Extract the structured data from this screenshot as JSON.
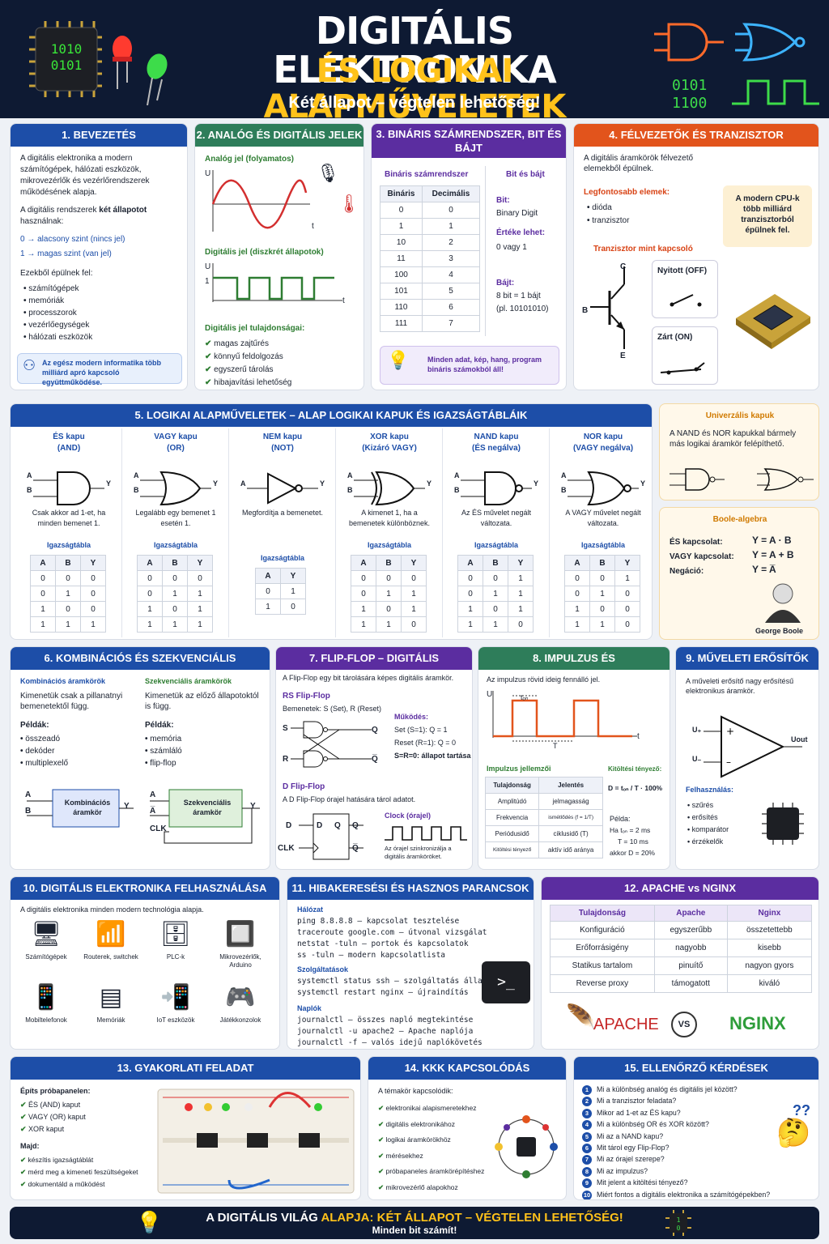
{
  "header": {
    "title1": "DIGITÁLIS ELEKTRONIKA",
    "title2": "ÉS LOGIKAI ALAPMŰVELETEK",
    "subtitle": "Két állapot – végtelen lehetőség!",
    "chip_text1": "1010",
    "chip_text2": "0101",
    "binary1": "0101",
    "binary2": "1100"
  },
  "s1": {
    "title": "1. BEVEZETÉS",
    "p1": "A digitális elektronika a modern számítógépek, hálózati eszközök, mikrovezérlők és vezérlőrendszerek működésének alapja.",
    "p2a": "A digitális rendszerek ",
    "p2b": "két állapotot",
    "p2c": " használnak:",
    "l0": "0 → alacsony szint (nincs jel)",
    "l1": "1 → magas szint (van jel)",
    "p3": "Ezekből épülnek fel:",
    "items": [
      "számítógépek",
      "memóriák",
      "processzorok",
      "vezérlőegységek",
      "hálózati eszközök"
    ],
    "note": "Az egész modern informatika több milliárd apró kapcsoló együttműködése."
  },
  "s2": {
    "title": "2. ANALÓG ÉS DIGITÁLIS JELEK",
    "analog": "Analóg jel (folyamatos)",
    "digital": "Digitális jel (diszkrét állapotok)",
    "U": "U",
    "t": "t",
    "one": "1",
    "props_title": "Digitális jel tulajdonságai:",
    "props": [
      "magas zajtűrés",
      "könnyű feldolgozás",
      "egyszerű tárolás",
      "hibajavítási lehetőség"
    ]
  },
  "s3": {
    "title": "3. BINÁRIS SZÁMRENDSZER, BIT ÉS BÁJT",
    "left_title": "Bináris számrendszer",
    "right_title": "Bit és bájt",
    "cols": [
      "Bináris",
      "Decimális"
    ],
    "rows": [
      [
        "0",
        "0"
      ],
      [
        "1",
        "1"
      ],
      [
        "10",
        "2"
      ],
      [
        "11",
        "3"
      ],
      [
        "100",
        "4"
      ],
      [
        "101",
        "5"
      ],
      [
        "110",
        "6"
      ],
      [
        "111",
        "7"
      ]
    ],
    "bit": "Bit:",
    "bit_v": "Binary Digit",
    "val": "Értéke lehet:",
    "val_v": "0 vagy 1",
    "byte": "Bájt:",
    "byte_v": "8 bit = 1 bájt",
    "byte_ex": "(pl. 10101010)",
    "note": "Minden adat, kép, hang, program bináris számokból áll!"
  },
  "s4": {
    "title": "4. FÉLVEZETŐK ÉS TRANZISZTOR",
    "p1": "A digitális áramkörök félvezető elemekből épülnek.",
    "imp": "Legfontosabb elemek:",
    "items": [
      "dióda",
      "tranzisztor"
    ],
    "cpu": "A modern CPU-k több milliárd tranzisztorból épülnek fel.",
    "sw": "Tranzisztor mint kapcsoló",
    "C": "C",
    "B": "B",
    "E": "E",
    "open": "Nyitott (OFF)",
    "closed": "Zárt (ON)"
  },
  "s5": {
    "title": "5. LOGIKAI ALAPMŰVELETEK – ALAP LOGIKAI KAPUK ÉS IGAZSÁGTÁBLÁIK",
    "tt": "Igazságtábla",
    "gates": [
      {
        "name": "ÉS kapu",
        "sub": "(AND)",
        "desc": "Csak akkor ad 1-et, ha minden bemenet 1.",
        "rows": [
          [
            "0",
            "0",
            "0"
          ],
          [
            "0",
            "1",
            "0"
          ],
          [
            "1",
            "0",
            "0"
          ],
          [
            "1",
            "1",
            "1"
          ]
        ]
      },
      {
        "name": "VAGY kapu",
        "sub": "(OR)",
        "desc": "Legalább egy bemenet 1 esetén 1.",
        "rows": [
          [
            "0",
            "0",
            "0"
          ],
          [
            "0",
            "1",
            "1"
          ],
          [
            "1",
            "0",
            "1"
          ],
          [
            "1",
            "1",
            "1"
          ]
        ]
      },
      {
        "name": "NEM kapu",
        "sub": "(NOT)",
        "desc": "Megfordítja a bemenetet.",
        "rows": [
          [
            "0",
            "1"
          ],
          [
            "1",
            "0"
          ]
        ]
      },
      {
        "name": "XOR kapu",
        "sub": "(Kizáró VAGY)",
        "desc": "A kimenet 1, ha a bemenetek különböznek.",
        "rows": [
          [
            "0",
            "0",
            "0"
          ],
          [
            "0",
            "1",
            "1"
          ],
          [
            "1",
            "0",
            "1"
          ],
          [
            "1",
            "1",
            "0"
          ]
        ]
      },
      {
        "name": "NAND kapu",
        "sub": "(ÉS negálva)",
        "desc": "Az ÉS művelet negált változata.",
        "rows": [
          [
            "0",
            "0",
            "1"
          ],
          [
            "0",
            "1",
            "1"
          ],
          [
            "1",
            "0",
            "1"
          ],
          [
            "1",
            "1",
            "0"
          ]
        ]
      },
      {
        "name": "NOR kapu",
        "sub": "(VAGY negálva)",
        "desc": "A VAGY művelet negált változata.",
        "rows": [
          [
            "0",
            "0",
            "1"
          ],
          [
            "0",
            "1",
            "0"
          ],
          [
            "1",
            "0",
            "0"
          ],
          [
            "1",
            "1",
            "0"
          ]
        ]
      }
    ],
    "A": "A",
    "B": "B",
    "Y": "Y"
  },
  "univ": {
    "title": "Univerzális kapuk",
    "text": "A NAND és NOR kapukkal bármely más logikai áramkör felépíthető.",
    "boole": "Boole-algebra",
    "and_l": "ÉS kapcsolat:",
    "and_v": "Y = A · B",
    "or_l": "VAGY kapcsolat:",
    "or_v": "Y = A + B",
    "neg_l": "Negáció:",
    "neg_v": "Y = A̅",
    "person": "George Boole"
  },
  "s6": {
    "title": "6. KOMBINÁCIÓS ÉS SZEKVENCIÁLIS ÁRAMKÖRÖK",
    "c_t": "Kombinációs áramkörök",
    "c_d": "Kimenetük csak a pillanatnyi bemenetektől függ.",
    "s_t": "Szekvenciális áramkörök",
    "s_d": "Kimenetük az előző állapotoktól is függ.",
    "ex": "Példák:",
    "c_items": [
      "összeadó",
      "dekóder",
      "multiplexelő"
    ],
    "s_items": [
      "memória",
      "számláló",
      "flip-flop"
    ],
    "c_box": "Kombinációs áramkör",
    "s_box": "Szekvenciális áramkör",
    "clk": "CLK"
  },
  "s7": {
    "title": "7. FLIP-FLOP – DIGITÁLIS MEMÓRIAELEM",
    "p1": "A Flip-Flop egy bit tárolására képes digitális áramkör.",
    "rs": "RS Flip-Flop",
    "rs_in": "Bemenetek: S (Set), R (Reset)",
    "work": "Működés:",
    "w1": "Set (S=1): Q = 1",
    "w2": "Reset (R=1): Q = 0",
    "w3": "S=R=0: állapot tartása",
    "S": "S",
    "R": "R",
    "Q": "Q",
    "Qn": "Q̅",
    "d": "D Flip-Flop",
    "d_desc": "A D Flip-Flop órajel hatására tárol adatot.",
    "clock": "Clock (órajel)",
    "clock_note": "Az órajel szinkronizálja a digitális áramköröket.",
    "D": "D",
    "clk": "CLK"
  },
  "s8": {
    "title": "8. IMPULZUS ÉS IMPULZUSTECHNIKA",
    "p1": "Az impulzus rövid ideig fennálló jel.",
    "ton": "tₒₙ",
    "T": "T",
    "pj": "Impulzus jellemzői",
    "cols": [
      "Tulajdonság",
      "Jelentés"
    ],
    "rows": [
      [
        "Amplitúdó",
        "jelmagasság"
      ],
      [
        "Frekvencia",
        "ismétlődés (f = 1/T)"
      ],
      [
        "Periódusidő",
        "ciklusidő (T)"
      ],
      [
        "Kitöltési tényező",
        "aktív idő aránya"
      ]
    ],
    "duty": "Kitöltési tényező:",
    "formula": "D = tₒₙ / T · 100%",
    "ex": "Példa:",
    "ex1": "Ha tₒₙ = 2 ms",
    "ex2": "T = 10 ms",
    "ex3": "akkor D = 20%"
  },
  "s9": {
    "title": "9. MŰVELETI ERŐSÍTŐK",
    "p1": "A műveleti erősítő nagy erősítésű elektronikus áramkör.",
    "uplus": "U₊",
    "uminus": "U₋",
    "uout": "Uout",
    "use": "Felhasználás:",
    "items": [
      "szűrés",
      "erősítés",
      "komparátor",
      "érzékelők"
    ]
  },
  "s10": {
    "title": "10. DIGITÁLIS ELEKTRONIKA FELHASZNÁLÁSA",
    "p1": "A digitális elektronika minden modern technológia alapja.",
    "items": [
      "Számítógépek",
      "Routerek, switchek",
      "PLC-k",
      "Mikrovezérlők, Arduino",
      "Mobiltelefonok",
      "Memóriák",
      "IoT eszközök",
      "Játékkonzolok"
    ]
  },
  "s11": {
    "title": "11. HIBAKERESÉSI ÉS HASZNOS PARANCSOK (LINUX)",
    "net": "Hálózat",
    "net_cmds": [
      "ping 8.8.8.8 – kapcsolat tesztelése",
      "traceroute google.com – útvonal vizsgálat",
      "netstat -tuln – portok és kapcsolatok",
      "ss -tuln – modern kapcsolatlista"
    ],
    "svc": "Szolgáltatások",
    "svc_cmds": [
      "systemctl status ssh – szolgáltatás állapota",
      "systemctl restart nginx – újraindítás"
    ],
    "log": "Naplók",
    "log_cmds": [
      "journalctl – összes napló megtekintése",
      "journalctl -u apache2 – Apache naplója",
      "journalctl -f – valós idejű naplókövetés"
    ],
    "term": ">_"
  },
  "s12": {
    "title": "12. APACHE vs NGINX",
    "cols": [
      "Tulajdonság",
      "Apache",
      "Nginx"
    ],
    "rows": [
      [
        "Konfiguráció",
        "egyszerűbb",
        "összetettebb"
      ],
      [
        "Erőforrásigény",
        "nagyobb",
        "kisebb"
      ],
      [
        "Statikus tartalom",
        "pinuítő",
        "nagyon gyors"
      ],
      [
        "Reverse proxy",
        "támogatott",
        "kiváló"
      ]
    ],
    "apache": "APACHE",
    "vs": "VS",
    "nginx": "NGINX"
  },
  "s13": {
    "title": "13. GYAKORLATI FELADAT",
    "p1": "Építs próbapanelen:",
    "items": [
      "ÉS (AND) kaput",
      "VAGY (OR) kaput",
      "XOR kaput"
    ],
    "then": "Majd:",
    "steps": [
      "készítis igazságtáblát",
      "mérd meg a kimeneti feszültségeket",
      "dokumentáld a működést"
    ]
  },
  "s14": {
    "title": "14. KKK KAPCSOLÓDÁS",
    "p1": "A témakör kapcsolódik:",
    "items": [
      "elektronikai alapismeretekhez",
      "digitális elektronikához",
      "logikai áramkörökhöz",
      "mérésekhez",
      "próbapaneles áramkörépítéshez",
      "mikrovezérlő alapokhoz"
    ]
  },
  "s15": {
    "title": "15. ELLENŐRZŐ KÉRDÉSEK",
    "q": [
      "Mi a különbség analóg és digitális jel között?",
      "Mi a tranzisztor feladata?",
      "Mikor ad 1-et az ÉS kapu?",
      "Mi a különbség OR és XOR között?",
      "Mi az a NAND kapu?",
      "Mit tárol egy Flip-Flop?",
      "Mi az órajel szerepe?",
      "Mi az impulzus?",
      "Mit jelent a kitöltési tényező?",
      "Miért fontos a digitális elektronika a számítógépekben?"
    ]
  },
  "footer": {
    "t1": "A DIGITÁLIS VILÁG ",
    "t2": "ALAPJA: KÉT ÁLLAPOT – VÉGTELEN LEHETŐSÉG!",
    "sub": "Minden bit számít!"
  },
  "colors": {
    "navy": "#0e1a33",
    "yellow": "#ffc21a",
    "blue": "#1d4ea8",
    "green": "#2e7d32",
    "purple": "#5b2da0",
    "orange": "#d84315"
  }
}
